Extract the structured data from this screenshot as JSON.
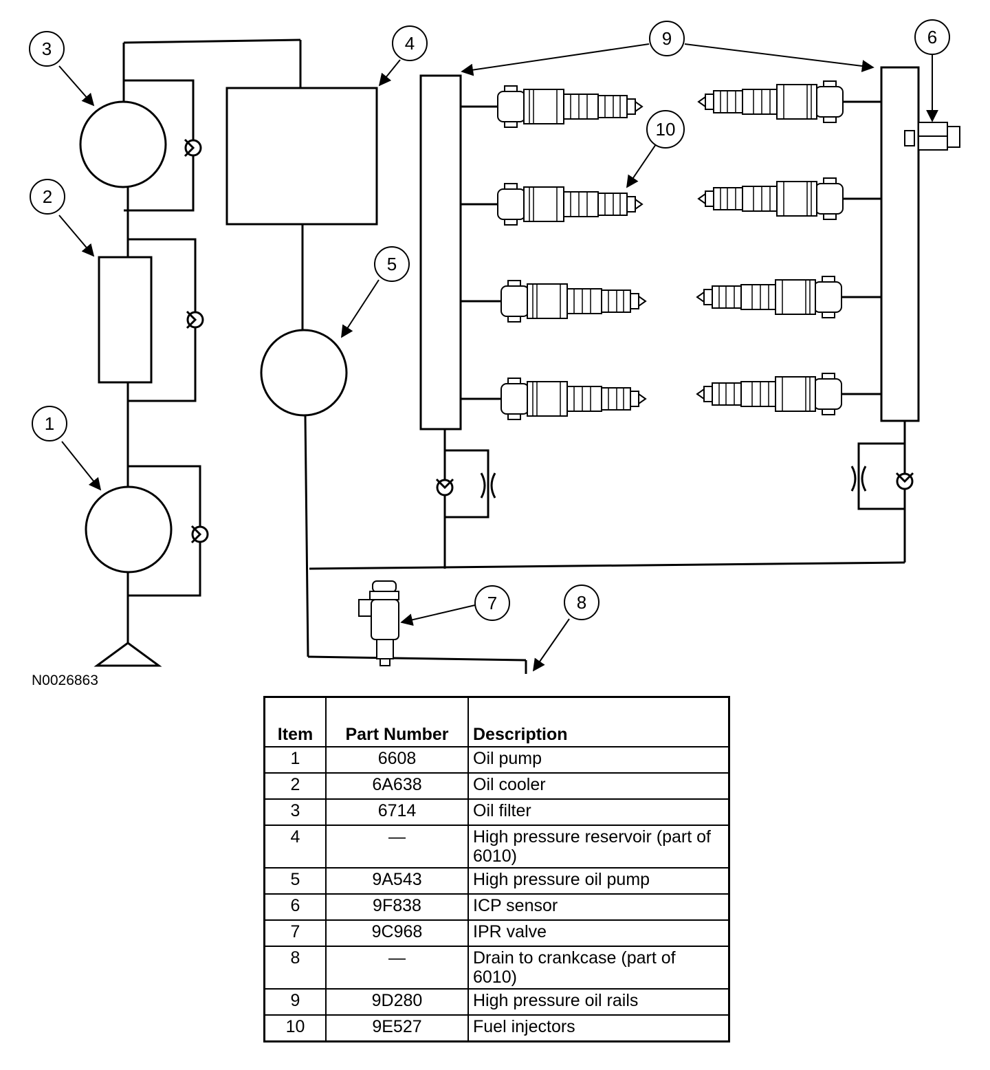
{
  "figure_id": "N0026863",
  "callouts": [
    "1",
    "2",
    "3",
    "4",
    "5",
    "6",
    "7",
    "8",
    "9",
    "10"
  ],
  "table": {
    "headers": {
      "item": "Item",
      "part_number": "Part Number",
      "description": "Description"
    },
    "rows": [
      {
        "item": "1",
        "part_number": "6608",
        "description": "Oil pump"
      },
      {
        "item": "2",
        "part_number": "6A638",
        "description": "Oil cooler"
      },
      {
        "item": "3",
        "part_number": "6714",
        "description": "Oil filter"
      },
      {
        "item": "4",
        "part_number": "—",
        "description": "High pressure reservoir (part of 6010)"
      },
      {
        "item": "5",
        "part_number": "9A543",
        "description": "High pressure oil pump"
      },
      {
        "item": "6",
        "part_number": "9F838",
        "description": "ICP sensor"
      },
      {
        "item": "7",
        "part_number": "9C968",
        "description": "IPR valve"
      },
      {
        "item": "8",
        "part_number": "—",
        "description": "Drain to crankcase (part of 6010)"
      },
      {
        "item": "9",
        "part_number": "9D280",
        "description": "High pressure oil rails"
      },
      {
        "item": "10",
        "part_number": "9E527",
        "description": "Fuel injectors"
      }
    ]
  }
}
